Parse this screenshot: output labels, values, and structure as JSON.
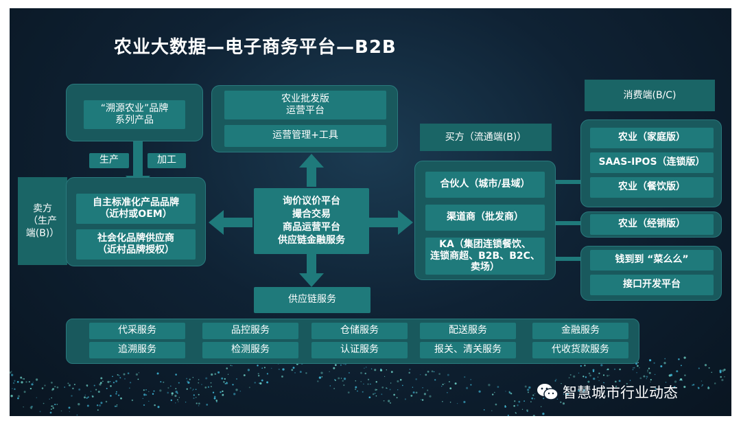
{
  "title": "农业大数据—电子商务平台—B2B",
  "brand": {
    "brand_box": "“溯源农业”品牌\n系列产品",
    "production": "生产",
    "processing": "加工"
  },
  "seller": {
    "label": "卖方\n（生产\n端(B)）",
    "item1": "自主标准化产品品牌\n（近村或OEM）",
    "item2": "社会化品牌供应商\n（近村品牌授权）"
  },
  "operations": {
    "item1": "农业批发版\n运营平台",
    "item2": "运营管理+工具"
  },
  "center": {
    "text": "询价议价平台\n撮合交易\n商品运营平台\n供应链金融服务"
  },
  "buyer": {
    "label": "买方（流通端(B)）",
    "item1": "合伙人（城市/县域）",
    "item2": "渠道商（批发商）",
    "item3": "KA（集团连锁餐饮、\n连锁商超、B2B、B2C、\n卖场）"
  },
  "consumer": {
    "label": "消费端(B/C)",
    "item1": "农业（家庭版）",
    "item2": "SAAS-IPOS（连锁版）",
    "item3": "农业（餐饮版）",
    "item4": "农业（经销版）",
    "item5": "钱到到 “菜么么”",
    "item6": "接口开发平台"
  },
  "supply_chain": {
    "label": "供应链服务",
    "services": [
      "代采服务",
      "追溯服务",
      "品控服务",
      "检测服务",
      "仓储服务",
      "认证服务",
      "配送服务",
      "报关、清关服务",
      "金融服务",
      "代收货款服务"
    ]
  },
  "watermark": "智慧城市行业动态",
  "colors": {
    "background": "#0f2234",
    "panel": "#19595d",
    "box": "#1f7a7b",
    "arrow": "#1f7a7b",
    "text": "#ffffff"
  }
}
